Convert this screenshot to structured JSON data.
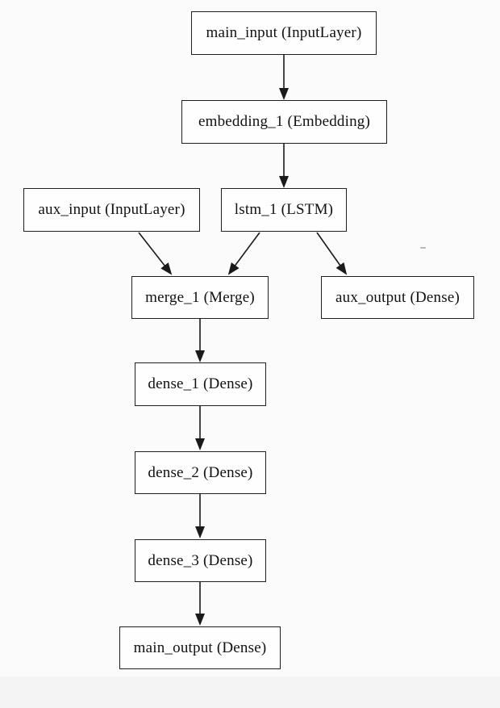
{
  "diagram": {
    "type": "model-architecture-graph",
    "nodes": [
      {
        "id": "main_input",
        "label": "main_input (InputLayer)"
      },
      {
        "id": "embedding_1",
        "label": "embedding_1 (Embedding)"
      },
      {
        "id": "aux_input",
        "label": "aux_input (InputLayer)"
      },
      {
        "id": "lstm_1",
        "label": "lstm_1 (LSTM)"
      },
      {
        "id": "merge_1",
        "label": "merge_1 (Merge)"
      },
      {
        "id": "aux_output",
        "label": "aux_output (Dense)"
      },
      {
        "id": "dense_1",
        "label": "dense_1 (Dense)"
      },
      {
        "id": "dense_2",
        "label": "dense_2 (Dense)"
      },
      {
        "id": "dense_3",
        "label": "dense_3 (Dense)"
      },
      {
        "id": "main_output",
        "label": "main_output (Dense)"
      }
    ],
    "edges": [
      {
        "from": "main_input",
        "to": "embedding_1"
      },
      {
        "from": "embedding_1",
        "to": "lstm_1"
      },
      {
        "from": "aux_input",
        "to": "merge_1"
      },
      {
        "from": "lstm_1",
        "to": "merge_1"
      },
      {
        "from": "lstm_1",
        "to": "aux_output"
      },
      {
        "from": "merge_1",
        "to": "dense_1"
      },
      {
        "from": "dense_1",
        "to": "dense_2"
      },
      {
        "from": "dense_2",
        "to": "dense_3"
      },
      {
        "from": "dense_3",
        "to": "main_output"
      }
    ],
    "colors": {
      "node_fill": "#fefefe",
      "node_border": "#1f1f1f",
      "edge": "#1a1a1a",
      "text": "#111111",
      "background": "#fbfbfb",
      "footer_strip": "#f4f4f4"
    }
  }
}
